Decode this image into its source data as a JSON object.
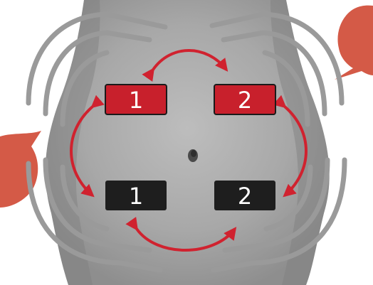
{
  "pads": [
    {
      "label": "1",
      "row": "top",
      "channel": "red"
    },
    {
      "label": "2",
      "row": "top",
      "channel": "red"
    },
    {
      "label": "1",
      "row": "bottom",
      "channel": "black"
    },
    {
      "label": "2",
      "row": "bottom",
      "channel": "black"
    }
  ],
  "colors": {
    "red_pad": "#c8202c",
    "black_pad": "#1e1e1e",
    "arrow": "#d0222f",
    "wave": "#9a9a9a",
    "callout": "#d45a47",
    "background": "#ffffff"
  },
  "icons": {
    "torso": "abdomen-photo",
    "callout_left": "speech-callout",
    "callout_right": "speech-callout"
  }
}
